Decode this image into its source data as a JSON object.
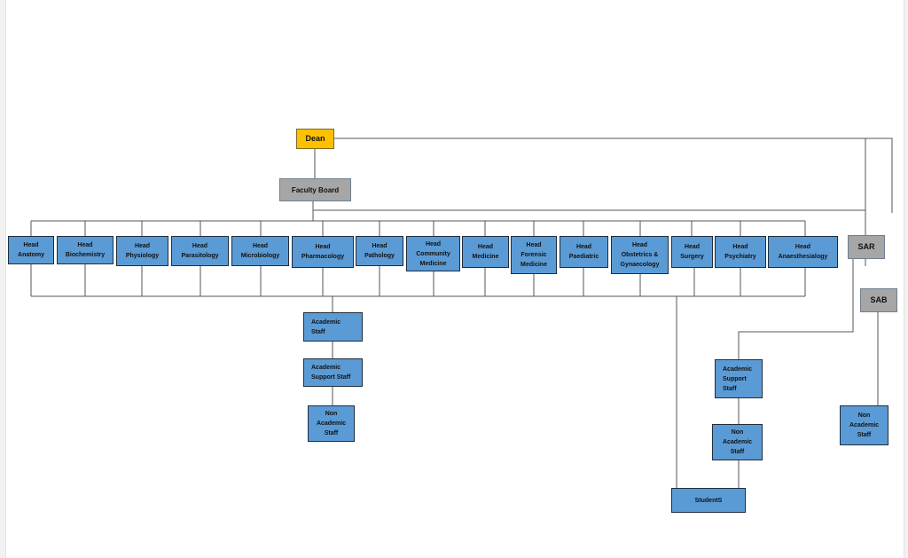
{
  "top": {
    "dean": "Dean",
    "faculty_board": "Faculty Board",
    "sar": "SAR",
    "sab": "SAB"
  },
  "heads": [
    "Head\nAnatomy",
    "Head\nBiochemistry",
    "Head\nPhysiology",
    "Head\nParasitology",
    "Head\nMicrobiology",
    "Head\nPharmacology",
    "Head\nPathology",
    "Head\nCommunity\nMedicine",
    "Head\nMedicine",
    "Head\nForensic\nMedicine",
    "Head\nPaediatric",
    "Head\nObstetrics &\nGynaecology",
    "Head\nSurgery",
    "Head\nPsychiatry",
    "Head\nAnaesthesialogy"
  ],
  "dept_staff": {
    "academic": "Academic\nStaff",
    "academic_support": "Academic\nSupport Staff",
    "non_academic": "Non\nAcademic\nStaff"
  },
  "sar_staff": {
    "academic_support": "Academic\nSupport\nStaff",
    "non_academic": "Non\nAcademic\nStaff"
  },
  "sab_staff": {
    "non_academic": "Non\nAcademic\nStaff"
  },
  "students": "StudentS",
  "colors": {
    "head_fill": "#5b9bd5",
    "board_fill": "#a6a6a6",
    "dean_fill": "#ffc000"
  }
}
